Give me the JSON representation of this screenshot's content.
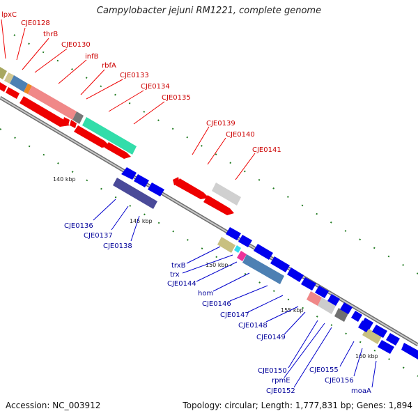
{
  "title": "Campylobacter jejuni RM1221, complete genome",
  "footer": {
    "accession": "Accession: NC_003912",
    "topology": "Topology: circular; Length: 1,777,831 bp; Genes: 1,894"
  },
  "ticks": [
    "140 kbp",
    "145 kbp",
    "150 kbp",
    "155 kbp",
    "160 kbp"
  ],
  "top_labels": [
    "lpxC",
    "CJE0128",
    "thrB",
    "CJE0130",
    "infB",
    "rbfA",
    "CJE0133",
    "CJE0134",
    "CJE0135",
    "CJE0139",
    "CJE0140",
    "CJE0141"
  ],
  "bottom_labels": [
    "CJE0136",
    "CJE0137",
    "CJE0138",
    "trxB",
    "trx",
    "CJE0144",
    "hom",
    "CJE0146",
    "CJE0147",
    "CJE0148",
    "CJE0149",
    "CJE0150",
    "rpmE",
    "CJE0152",
    "CJE0155",
    "CJE0156",
    "moaA"
  ],
  "colors": {
    "forward": "#ee0000",
    "reverse": "#0000ee",
    "forward_label": "#cc0000",
    "reverse_label": "#000099",
    "backbone": "#8a8a8a",
    "tick": "#1f7a1f"
  }
}
